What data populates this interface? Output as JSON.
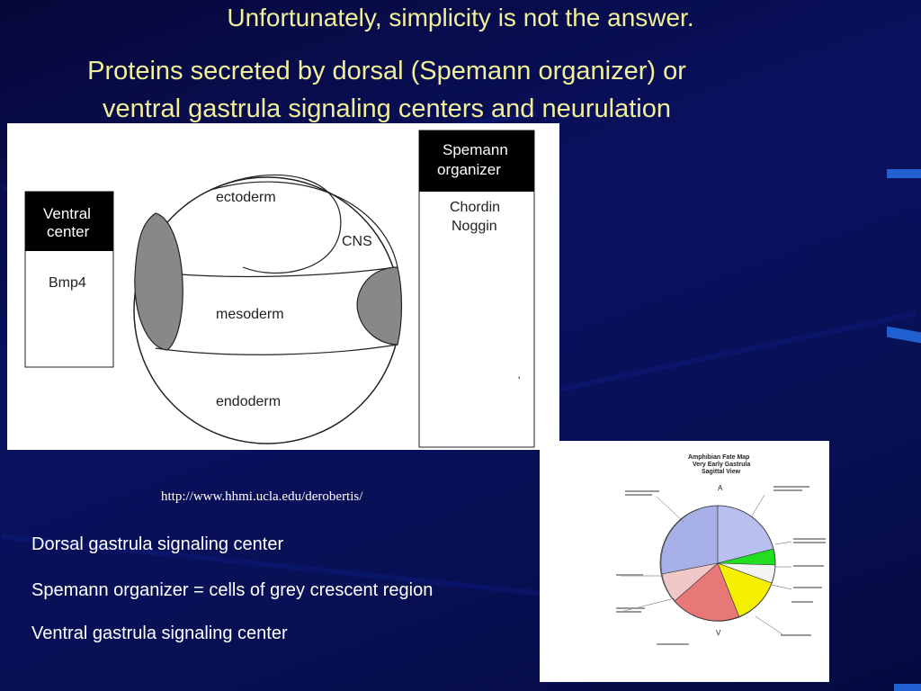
{
  "slide": {
    "title": "Unfortunately, simplicity is not the answer.",
    "subtitle_line1": "Proteins secreted by dorsal (Spemann organizer) or",
    "subtitle_line2": "ventral gastrula signaling centers and neurulation"
  },
  "diagram": {
    "ventral_box": {
      "header_line1": "Ventral",
      "header_line2": "center",
      "content": "Bmp4"
    },
    "organizer_box": {
      "header_line1": "Spemann",
      "header_line2": "organizer",
      "content_line1": "Chordin",
      "content_line2": "Noggin"
    },
    "regions": {
      "ectoderm": "ectoderm",
      "cns": "CNS",
      "mesoderm": "mesoderm",
      "endoderm": "endoderm"
    }
  },
  "url": "http://www.hhmi.ucla.edu/derobertis/",
  "bullets": [
    "Dorsal gastrula signaling center",
    "Spemann organizer = cells of grey crescent region",
    "Ventral gastrula signaling center"
  ],
  "fate_map": {
    "title_line1": "Amphibian Fate Map",
    "title_line2": "Very Early Gastrula",
    "title_line3": "Sagittal View",
    "label_a": "A",
    "label_v": "V",
    "colors": {
      "ectoderm_blue": "#a8b0e8",
      "green": "#22dd22",
      "red": "#e87878",
      "yellow": "#f4f000",
      "pink": "#f0c8c8"
    }
  },
  "colors": {
    "title": "#f2ef9a",
    "background": "#0a1160",
    "grey_region": "#888888"
  }
}
